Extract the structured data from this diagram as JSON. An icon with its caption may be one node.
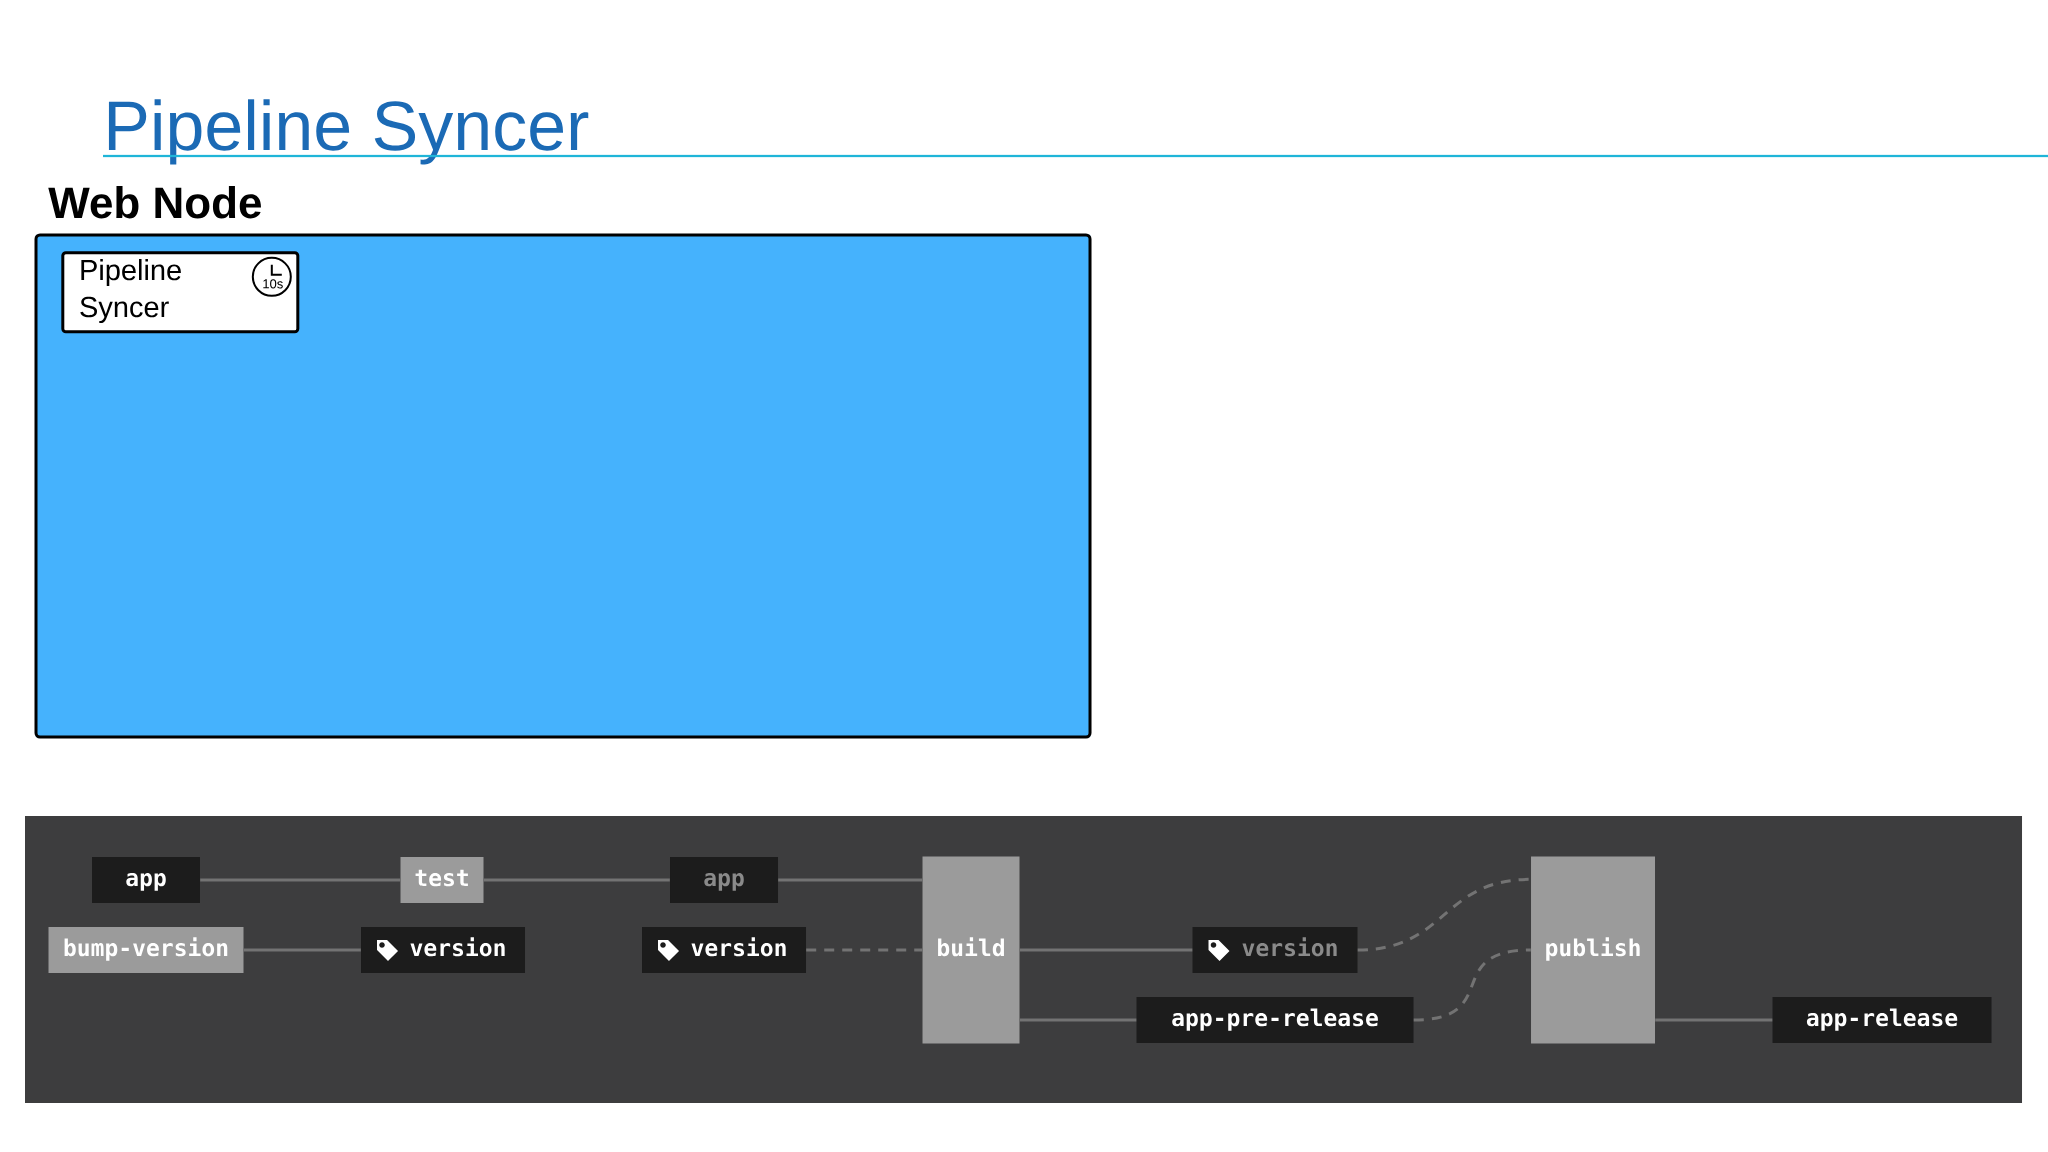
{
  "diagram": {
    "title": "Pipeline Syncer",
    "nodes": [
      {
        "text": [
          "Web Node"
        ]
      },
      {
        "text": [
          "Pipeline Syncer",
          "10s"
        ],
        "in": 0
      },
      {
        "text": [
          "app"
        ]
      },
      {
        "text": [
          "test"
        ]
      },
      {
        "text": [
          "app"
        ]
      },
      {
        "text": [
          "bump-version"
        ]
      },
      {
        "text": [
          "version"
        ]
      },
      {
        "text": [
          "version"
        ]
      },
      {
        "text": [
          "build"
        ]
      },
      {
        "text": [
          "version"
        ]
      },
      {
        "text": [
          "app-pre-release"
        ]
      },
      {
        "text": [
          "publish"
        ]
      },
      {
        "text": [
          "app-release"
        ]
      }
    ],
    "edges": [
      {
        "from": 2,
        "to": 3,
        "arrow": "none"
      },
      {
        "from": 3,
        "to": 4,
        "arrow": "none"
      },
      {
        "from": 4,
        "to": 8,
        "arrow": "none"
      },
      {
        "from": 5,
        "to": 6,
        "arrow": "none"
      },
      {
        "from": 7,
        "to": 8,
        "arrow": "none",
        "style": "dashed"
      },
      {
        "from": 8,
        "to": 9,
        "arrow": "none"
      },
      {
        "from": 8,
        "to": 10,
        "arrow": "none"
      },
      {
        "from": 9,
        "to": 11,
        "arrow": "none",
        "style": "dashed"
      },
      {
        "from": 10,
        "to": 11,
        "arrow": "none",
        "style": "dashed"
      },
      {
        "from": 11,
        "to": 12,
        "arrow": "none"
      }
    ]
  }
}
